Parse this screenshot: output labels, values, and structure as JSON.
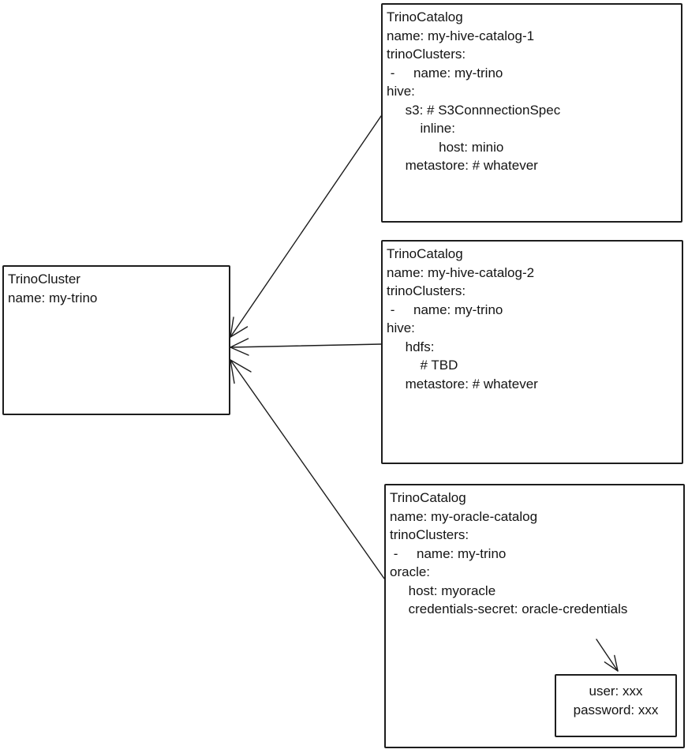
{
  "diagram": {
    "background_color": "#ffffff",
    "stroke_color": "#1c1c1c",
    "cluster_node": {
      "lines": [
        "TrinoCluster",
        "name: my-trino"
      ]
    },
    "catalog_nodes": [
      {
        "lines": [
          "TrinoCatalog",
          "name: my-hive-catalog-1",
          "trinoClusters:",
          " -     name: my-trino",
          "hive:",
          "     s3: # S3ConnnectionSpec",
          "         inline:",
          "              host: minio",
          "     metastore: # whatever"
        ]
      },
      {
        "lines": [
          "TrinoCatalog",
          "name: my-hive-catalog-2",
          "trinoClusters:",
          " -     name: my-trino",
          "hive:",
          "     hdfs:",
          "         # TBD",
          "     metastore: # whatever"
        ]
      },
      {
        "lines": [
          "TrinoCatalog",
          "name: my-oracle-catalog",
          "trinoClusters:",
          " -     name: my-trino",
          "oracle:",
          "     host: myoracle",
          "     credentials-secret: oracle-credentials"
        ]
      }
    ],
    "secret_node": {
      "lines": [
        "user: xxx",
        "password: xxx"
      ]
    }
  }
}
